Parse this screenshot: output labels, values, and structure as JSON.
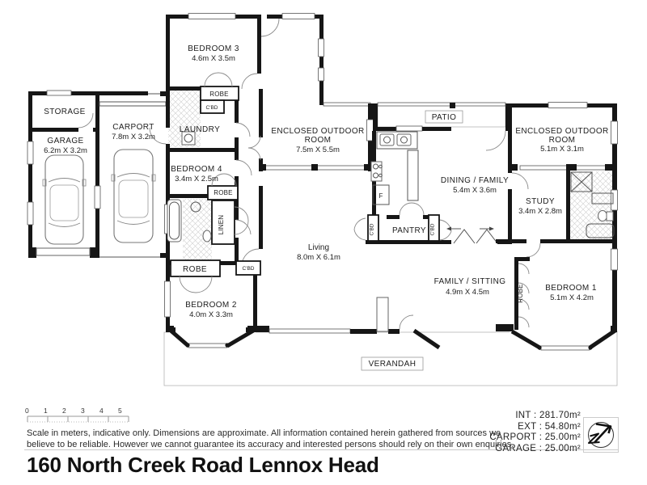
{
  "plan": {
    "rooms": {
      "storage": {
        "name": "STORAGE"
      },
      "garage": {
        "name": "GARAGE",
        "dims": "6.2m X 3.2m"
      },
      "carport": {
        "name": "CARPORT",
        "dims": "7.8m X 3.2m"
      },
      "bedroom3": {
        "name": "BEDROOM 3",
        "dims": "4.6m X 3.5m"
      },
      "laundry": {
        "name": "LAUNDRY"
      },
      "bedroom4": {
        "name": "BEDROOM 4",
        "dims": "3.4m X 2.5m"
      },
      "enclosed_outdoor_room_west": {
        "line1": "ENCLOSED OUTDOOR",
        "line2": "ROOM",
        "dims": "7.5m X 5.5m"
      },
      "patio": {
        "name": "PATIO"
      },
      "enclosed_outdoor_room_east": {
        "line1": "ENCLOSED OUTDOOR",
        "line2": "ROOM",
        "dims": "5.1m X 3.1m"
      },
      "dining_family": {
        "name": "DINING / FAMILY",
        "dims": "5.4m X 3.6m"
      },
      "study": {
        "name": "STUDY",
        "dims": "3.4m X 2.8m"
      },
      "living": {
        "name": "Living",
        "dims": "8.0m X 6.1m"
      },
      "pantry": {
        "name": "PANTRY"
      },
      "family_sitting": {
        "name": "FAMILY / SITTING",
        "dims": "4.9m X 4.5m"
      },
      "bedroom1": {
        "name": "BEDROOM 1",
        "dims": "5.1m X 4.2m"
      },
      "bedroom2": {
        "name": "BEDROOM 2",
        "dims": "4.0m X 3.3m"
      },
      "verandah": {
        "name": "VERANDAH"
      }
    },
    "closets": {
      "robe_bed3": "ROBE",
      "cbd_bed3": "C'BD",
      "robe_bed4": "ROBE",
      "linen": "LINEN",
      "robe_bed2": "ROBE",
      "cbd_bed2": "C'BD",
      "cbd_pantry_left": "C'BD",
      "cbd_pantry_right": "C'BD",
      "robe_bed1": "ROBE",
      "fridge": "F"
    }
  },
  "footer": {
    "scale_ticks": [
      "0",
      "1",
      "2",
      "3",
      "4",
      "5"
    ],
    "disclaimer_line1": "Scale in meters, indicative only. Dimensions are approximate. All information contained herein gathered from sources we",
    "disclaimer_line2": "believe to be reliable. However we cannot guarantee its accuracy and interested persons should rely on their own enquiries.",
    "address": "160 North Creek Road Lennox Head",
    "areas": [
      "INT : 281.70m²",
      "EXT : 54.80m²",
      "CARPORT : 25.00m²",
      "GARAGE : 25.00m²"
    ]
  }
}
